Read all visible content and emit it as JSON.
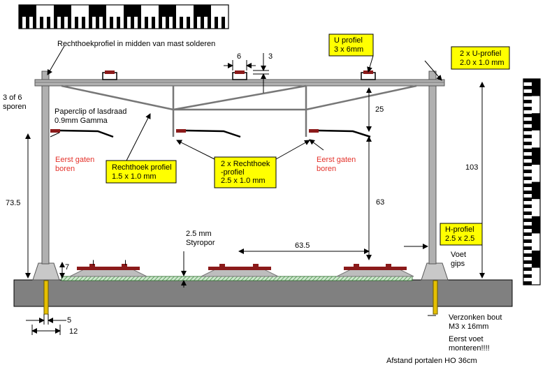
{
  "colors": {
    "label_box_fill": "#ffff00",
    "warning_text": "#e4322b",
    "ground": "#808080",
    "mast": "#b0b0b0",
    "rail_red": "#8b1a1a",
    "bolt": "#e6c000",
    "hatch": "#3a8a3a"
  },
  "labels": {
    "top_note": "Rechthoekprofiel in midden van mast solderen",
    "sporen": [
      "3 of 6",
      "sporen"
    ],
    "paperclip": [
      "Paperclip of lasdraad",
      "0.9mm Gamma"
    ],
    "gaten_left": [
      "Eerst gaten",
      "boren"
    ],
    "gaten_right": [
      "Eerst gaten",
      "boren"
    ],
    "styropor": [
      "2.5 mm",
      "Styropor"
    ],
    "voet": [
      "Voet",
      "gips"
    ],
    "bout": [
      "Verzonken bout",
      "M3 x 16mm"
    ],
    "monteren": [
      "Eerst voet",
      "monteren!!!!"
    ],
    "afstand": "Afstand portalen HO 36cm"
  },
  "boxes": {
    "u_profiel": [
      "U profiel",
      "3 x 6mm"
    ],
    "u_profiel_2": [
      "2 x U-profiel",
      "2.0 x 1.0 mm"
    ],
    "rechthoek": [
      "Rechthoek profiel",
      "1.5 x 1.0 mm"
    ],
    "rechthoek_2": [
      "2 x Rechthoek",
      "-profiel",
      "2.5 x 1.0 mm"
    ],
    "h_profiel": [
      "H-profiel",
      "2.5 x 2.5"
    ]
  },
  "dimensions": {
    "d6": "6",
    "d3": "3",
    "d25": "25",
    "d103": "103",
    "d63": "63",
    "d63_5": "63.5",
    "d73_5": "73.5",
    "d7": "7",
    "d5": "5",
    "d12": "12"
  }
}
